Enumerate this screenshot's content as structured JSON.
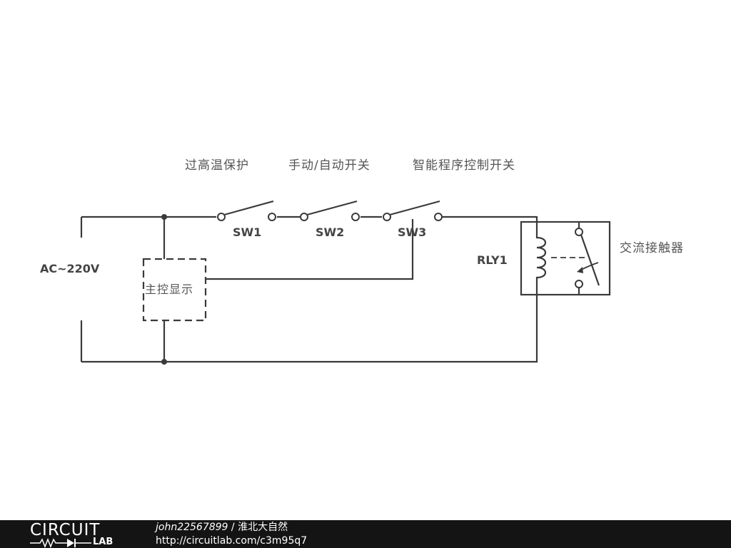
{
  "diagram": {
    "labels": {
      "over_temp": "过高温保护",
      "manual_auto": "手动/自动开关",
      "smart_program": "智能程序控制开关",
      "contactor": "交流接触器",
      "source": "AC~220V",
      "controller": "主控显示",
      "sw1": "SW1",
      "sw2": "SW2",
      "sw3": "SW3",
      "relay": "RLY1"
    }
  },
  "footer": {
    "logo_top": "CIRCUIT",
    "logo_bottom": "LAB",
    "author_user": "john22567899",
    "author_sep": " / ",
    "author_title": "淮北大自然",
    "url": "http://circuitlab.com/c3m95q7"
  }
}
